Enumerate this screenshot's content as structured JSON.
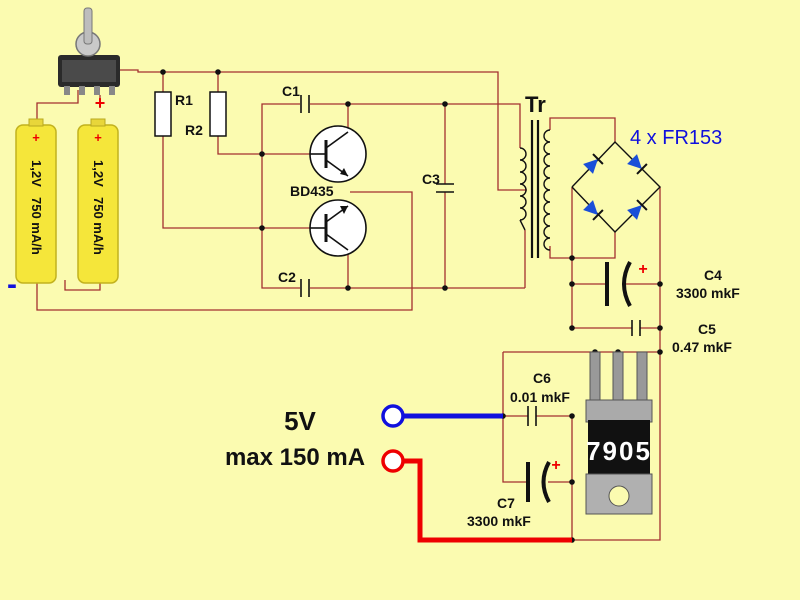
{
  "colors": {
    "background": "#fbfbb0",
    "wire": "#a33030",
    "output_negative_wire": "#1010dd",
    "output_positive_wire": "#ee0000",
    "label_blue": "#1010dd",
    "battery_yellow": "#f5e63a",
    "plus_red": "#ee0000",
    "minus_blue": "#1010dd",
    "diode_blue": "#1a4fd8"
  },
  "icons": [
    "toggle-switch-icon",
    "battery-icon",
    "resistor-icon",
    "capacitor-icon",
    "electrolytic-capacitor-icon",
    "npn-transistor-icon",
    "transformer-icon",
    "diode-icon",
    "voltage-regulator-icon",
    "output-terminal-icon"
  ],
  "labels": {
    "r1": "R1",
    "r2": "R2",
    "c1": "C1",
    "c2": "C2",
    "c3": "C3",
    "transistor": "BD435",
    "transformer": "Tr",
    "bridge": "4 x FR153",
    "c4_name": "C4",
    "c4_value": "3300 mkF",
    "c5_name": "C5",
    "c5_value": "0.47 mkF",
    "c6_name": "C6",
    "c6_value": "0.01 mkF",
    "c7_name": "C7",
    "c7_value": "3300 mkF",
    "regulator": "7905",
    "output_voltage": "5V",
    "output_current": "max 150 mA",
    "battery_voltage": "1,2V",
    "battery_capacity": "750 mA/h",
    "plus_sign": "+",
    "minus_sign": "-"
  }
}
